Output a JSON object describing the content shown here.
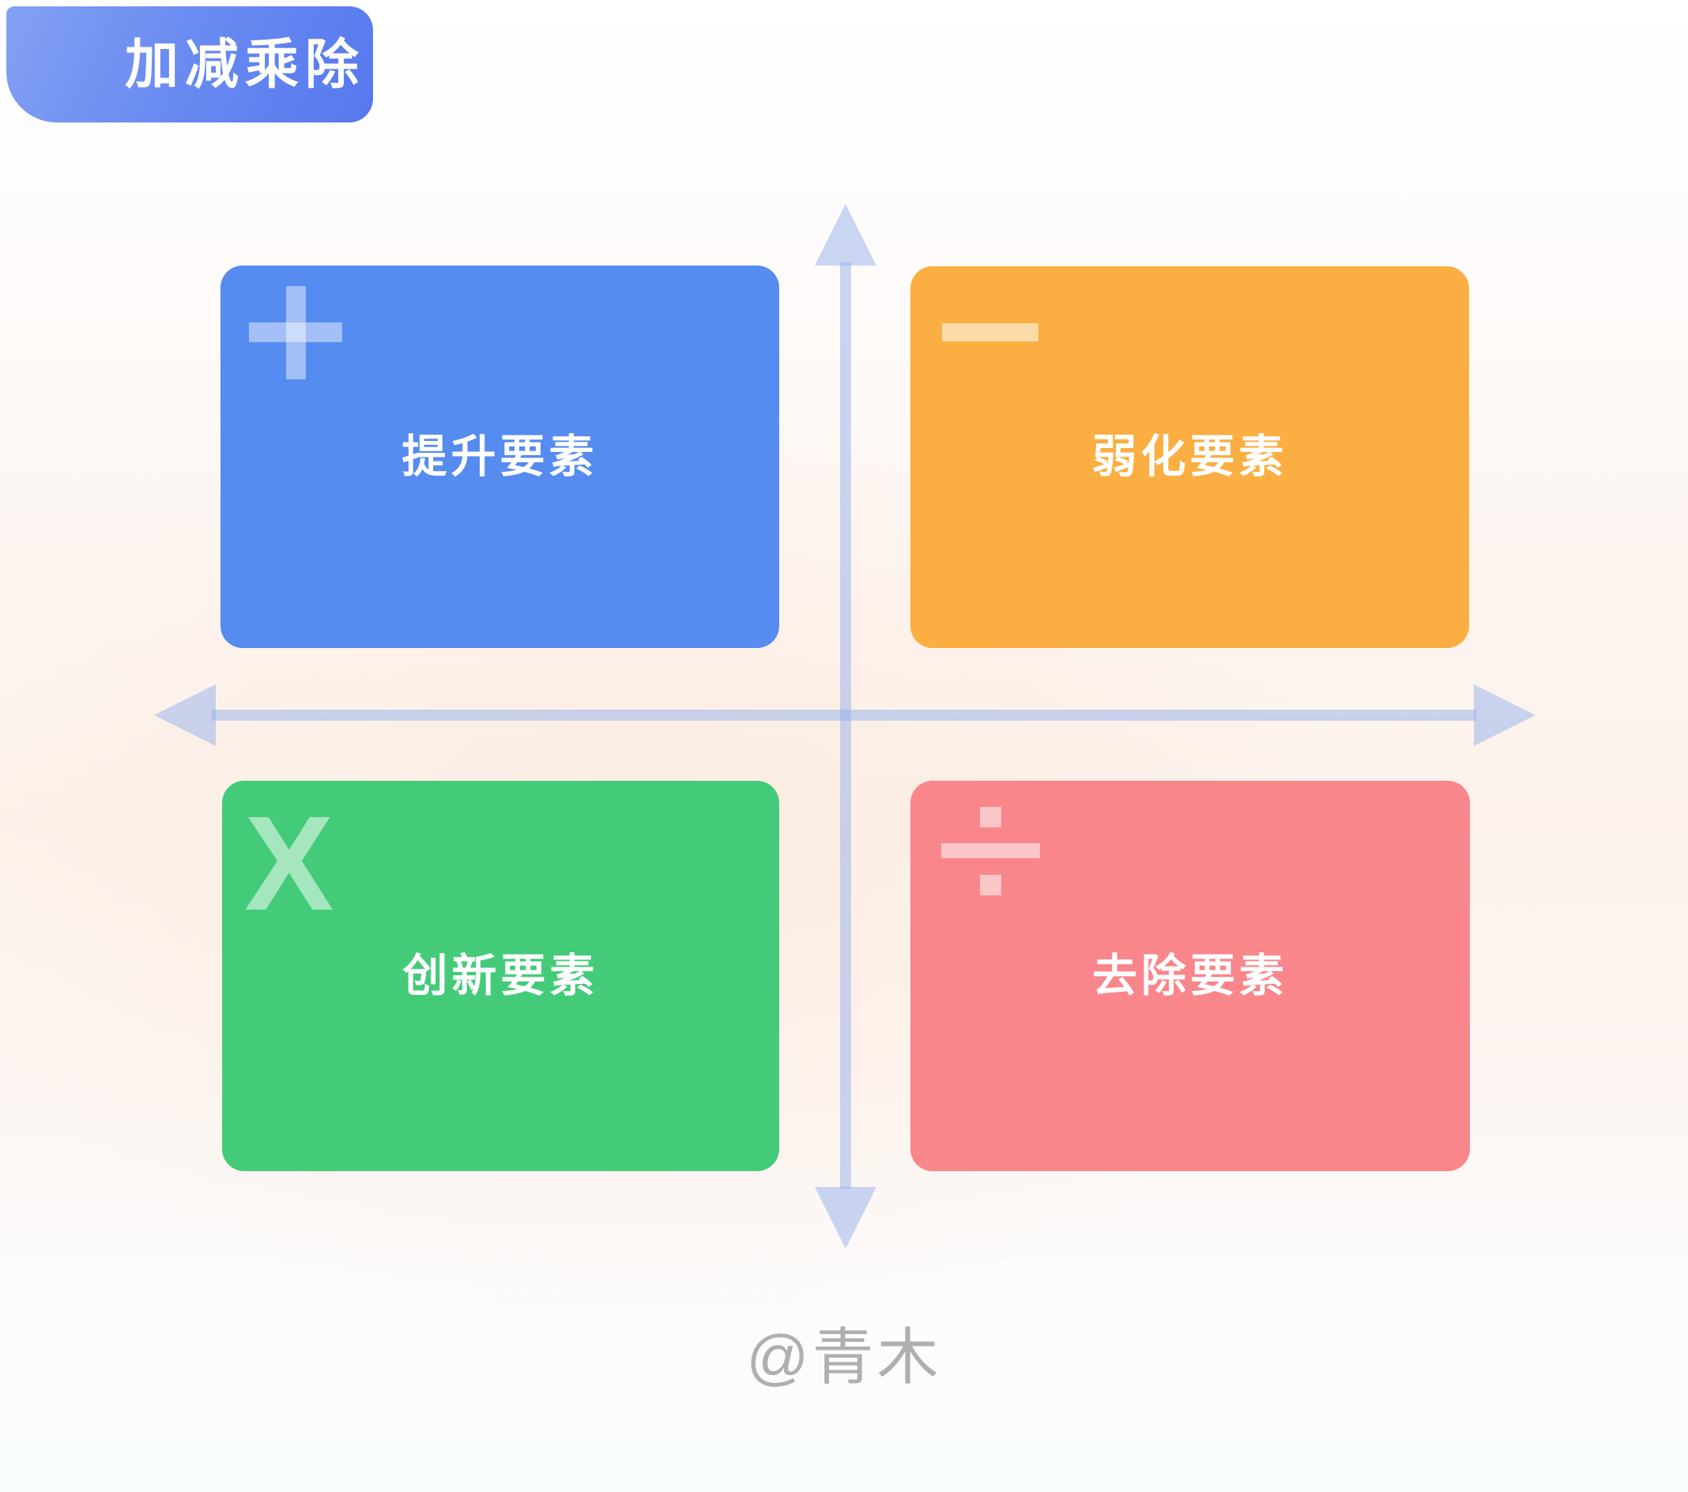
{
  "title": {
    "text": "加减乘除"
  },
  "axes": {
    "color": "#C9D6F4",
    "orientation": "cross-with-four-arrowheads"
  },
  "quadrants": [
    {
      "key": "improve",
      "label": "提升要素",
      "icon": "plus-icon",
      "color": "#568BF0",
      "icon_color": "rgba(255,255,255,0.45)"
    },
    {
      "key": "weaken",
      "label": "弱化要素",
      "icon": "minus-icon",
      "color": "#FBAE41",
      "icon_color": "rgba(255,255,255,0.55)"
    },
    {
      "key": "innovate",
      "label": "创新要素",
      "icon": "multiply-icon",
      "glyph": "X",
      "color": "#43CB79",
      "icon_color": "rgba(255,255,255,0.52)"
    },
    {
      "key": "remove",
      "label": "去除要素",
      "icon": "divide-icon",
      "color": "#F9868A",
      "icon_color": "rgba(255,255,255,0.52)"
    }
  ],
  "watermark": {
    "text": "@青木"
  },
  "background": {
    "top": "#FFFFFF",
    "center": "#FCF2EB",
    "bottom": "#FAFDFE"
  }
}
